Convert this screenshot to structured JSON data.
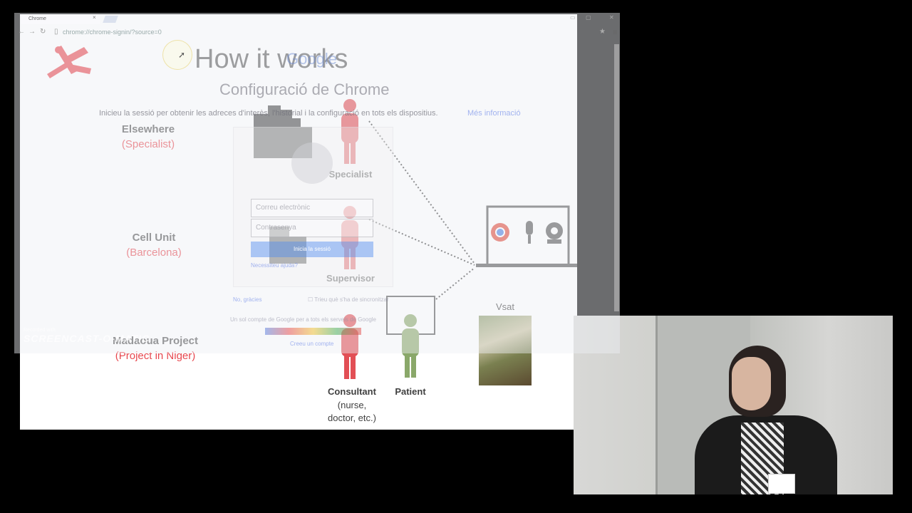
{
  "slide": {
    "title": "How it works",
    "locations": [
      {
        "name": "Elsewhere",
        "sub": "(Specialist)"
      },
      {
        "name": "Cell Unit",
        "sub": "(Barcelona)"
      },
      {
        "name": "Madaoua Project",
        "sub": "(Project in Niger)"
      }
    ],
    "people": {
      "specialist": "Specialist",
      "supervisor": "Supervisor",
      "consultant": "Consultant",
      "consultant_sub1": "(nurse,",
      "consultant_sub2": "doctor, etc.)",
      "patient": "Patient"
    },
    "vsat": "Vsat",
    "colors": {
      "msf_red": "#e8484f",
      "person_red": "#e24f55",
      "person_green": "#8aa86a",
      "laptop": "#555555"
    }
  },
  "browser": {
    "tab_title": "Chrome",
    "url": "chrome://chrome-signin/?source=0",
    "heading": "Configuració de Chrome",
    "description": "Inicieu la sessió per obtenir les adreces d'interès, l'historial i la configuració en tots els dispositius.",
    "more_info": "Més informació",
    "email_placeholder": "Correu electrònic",
    "password_placeholder": "Contrasenya",
    "signin_button": "Inicia la sessió",
    "help_link": "Necessiteu ajuda?",
    "no_thanks": "No, gràcies",
    "choose_sync": "Trieu què s'ha de sincronitzar",
    "one_account": "Un sol compte de Google per a tots els serveis de Google",
    "create_account": "Creeu un compte",
    "google_word": "Google"
  },
  "watermark": {
    "small": "Recorded with",
    "big": "SCREENCAST-O-MATIC"
  }
}
